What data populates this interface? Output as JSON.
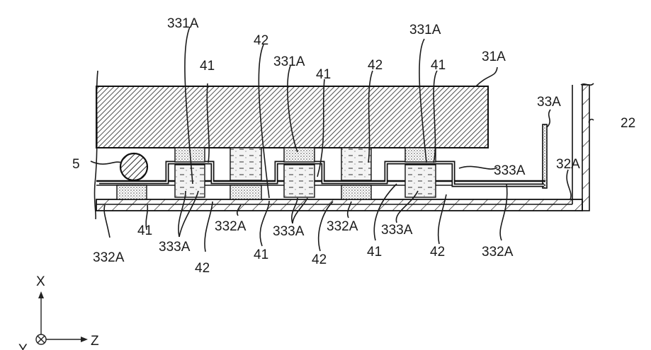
{
  "figure": {
    "type": "cross-section",
    "colors": {
      "ink": "#1a1a1a",
      "background": "#ffffff"
    }
  },
  "labels": {
    "l331A_1": "331A",
    "l331A_2": "331A",
    "l331A_3": "331A",
    "l42_top1": "42",
    "l42_top2": "42",
    "l41_top1": "41",
    "l41_top2": "41",
    "l41_top3": "41",
    "l31A": "31A",
    "l33A": "33A",
    "l22": "22",
    "l5": "5",
    "l333A_right": "333A",
    "l32A": "32A",
    "l332A_b1": "332A",
    "l41_b1": "41",
    "l333A_b1": "333A",
    "l42_b1": "42",
    "l332A_b2": "332A",
    "l41_b2": "41",
    "l333A_b2": "333A",
    "l42_b2": "42",
    "l332A_b3": "332A",
    "l41_b3": "41",
    "l333A_b3": "333A",
    "l42_b3": "42",
    "l332A_b4": "332A"
  },
  "axes": {
    "x": "X",
    "y": "Y",
    "z": "Z"
  }
}
